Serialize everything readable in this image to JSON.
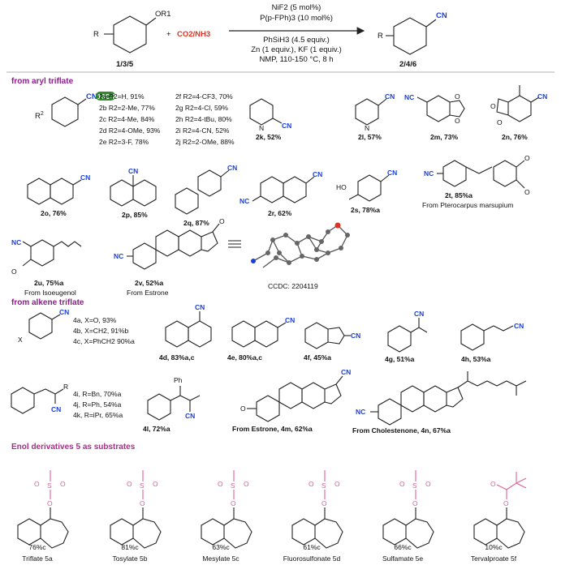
{
  "colors": {
    "purple": "#8b1e8b",
    "nitrile_n": "#1a3fd4",
    "nitrile_c": "#e03020",
    "pink": "#e0609a",
    "hl": "#2e8b2e"
  },
  "scheme": {
    "reactant_label": "1/3/5",
    "plus": "+",
    "reagent": "CO2/NH3",
    "cond1": "NiF2 (5 mol%)",
    "cond2": "P(p-FPh)3 (10 mol%)",
    "cond3": "PhSiH3 (4.5 equiv.)",
    "cond4": "Zn (1 equiv.), KF (1 equiv.)",
    "cond5": "NMP, 110-150 °C, 8 h",
    "product_label": "2/4/6",
    "or1": "OR1",
    "r": "R",
    "cn": "CN"
  },
  "sections": {
    "aryl": "from aryl triflate",
    "alkene": "from alkene triflate",
    "enol": "Enol derivatives 5 as substrates"
  },
  "aryl_table": {
    "col1": [
      "2a R2=H, 91%",
      "2b R2=2-Me, 77%",
      "2c R2=4-Me, 84%",
      "2d R2=4-OMe, 93%",
      "2e R2=3-F, 78%"
    ],
    "col2": [
      "2f R2=4-CF3, 70%",
      "2g R2=4-Cl, 59%",
      "2h R2=4-tBu, 80%",
      "2i R2=4-CN, 52%",
      "2j R2=2-OMe, 88%"
    ],
    "badge": "13C-2a"
  },
  "aryl_items": [
    {
      "label": "2k, 52%"
    },
    {
      "label": "2l, 57%"
    },
    {
      "label": "2m, 73%"
    },
    {
      "label": "2n, 76%"
    },
    {
      "label": "2o, 76%"
    },
    {
      "label": "2p, 85%"
    },
    {
      "label": "2q, 87%"
    },
    {
      "label": "2r, 62%"
    },
    {
      "label": "2s, 78%a"
    },
    {
      "label": "2t, 85%a"
    },
    {
      "label": "2u, 75%a"
    },
    {
      "label": "2v, 52%a"
    }
  ],
  "aryl_sources": {
    "t": "From Pterocarpus marsupium",
    "u": "From Isoeugenol",
    "v": "From Estrone",
    "ccdc": "CCDC: 2204119"
  },
  "alkene_table": [
    "4a, X=O, 93%",
    "4b, X=CH2, 91%b",
    "4c, X=PhCH2 90%a"
  ],
  "alkene_items": [
    {
      "label": "4d, 83%a,c"
    },
    {
      "label": "4e, 80%a,c"
    },
    {
      "label": "4f, 45%a"
    },
    {
      "label": "4g, 51%a"
    },
    {
      "label": "4h, 53%a"
    },
    {
      "label": "4l, 72%a"
    },
    {
      "label": "From Estrone, 4m, 62%a"
    },
    {
      "label": "From Cholestenone, 4n, 67%a"
    }
  ],
  "alkene_r": [
    "4i, R=Bn, 70%a",
    "4j, R=Ph, 54%a",
    "4k, R=iPr, 65%a"
  ],
  "enol_items": [
    {
      "yield": "76%c",
      "name": "Triflate 5a"
    },
    {
      "yield": "81%c",
      "name": "Tosylate 5b"
    },
    {
      "yield": "63%c",
      "name": "Mesylate 5c"
    },
    {
      "yield": "61%c",
      "name": "Fluorosulfonate 5d"
    },
    {
      "yield": "66%c",
      "name": "Sulfamate 5e"
    },
    {
      "yield": "10%c",
      "name": "Tervalproate 5f"
    }
  ]
}
